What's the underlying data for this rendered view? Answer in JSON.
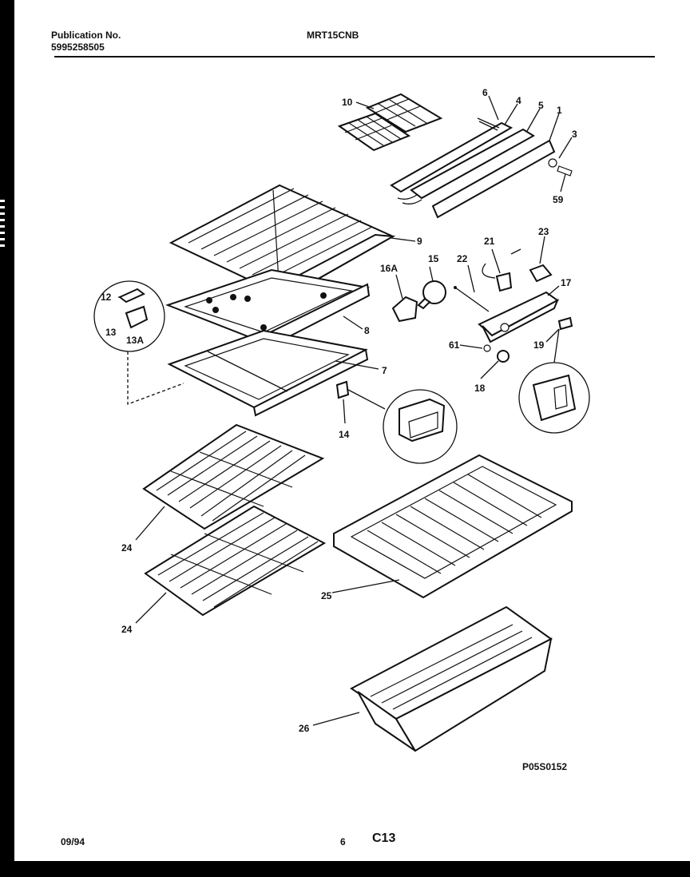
{
  "header": {
    "publication_label": "Publication No.",
    "publication_number": "5995258505",
    "model": "MRT15CNB"
  },
  "footer": {
    "date": "09/94",
    "page": "6",
    "section": "C13"
  },
  "figure_code": "P05S0152",
  "callouts": {
    "c1": "1",
    "c3": "3",
    "c4": "4",
    "c5": "5",
    "c6": "6",
    "c59": "59",
    "c10": "10",
    "c9": "9",
    "c8": "8",
    "c7": "7",
    "c12": "12",
    "c13": "13",
    "c13a": "13A",
    "c16a": "16A",
    "c15": "15",
    "c22": "22",
    "c21": "21",
    "c23": "23",
    "c17": "17",
    "c61": "61",
    "c19": "19",
    "c18": "18",
    "c14": "14",
    "c24a": "24",
    "c24b": "24",
    "c25": "25",
    "c26": "26"
  }
}
